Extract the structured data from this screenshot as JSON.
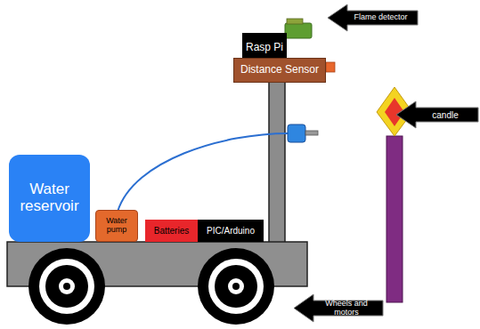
{
  "diagram": {
    "nodes": [
      {
        "text": [
          "Flame detector"
        ]
      },
      {
        "text": [
          "Rasp Pi"
        ]
      },
      {
        "text": [
          "Distance Sensor"
        ]
      },
      {
        "text": [
          "candle"
        ]
      },
      {
        "text": [
          "Water reservoir"
        ]
      },
      {
        "text": [
          "Water pump"
        ]
      },
      {
        "text": [
          "Batteries"
        ]
      },
      {
        "text": [
          "PIC/Arduino"
        ]
      },
      {
        "text": [
          "Wheels and motors"
        ]
      }
    ]
  }
}
